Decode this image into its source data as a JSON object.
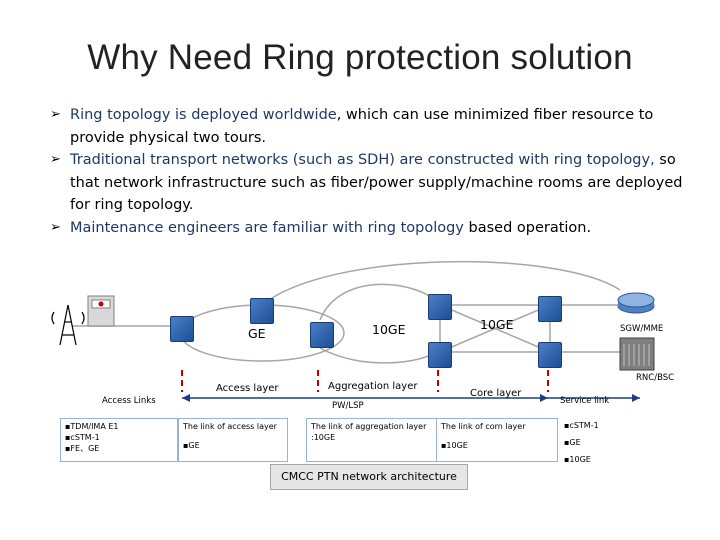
{
  "title": "Why Need Ring  protection solution",
  "bullets": [
    {
      "hl": "Ring topology is deployed worldwide",
      "rest": ", which can use minimized fiber resource to provide physical two tours."
    },
    {
      "hl": "Traditional transport networks (such as SDH) are constructed with ring topology,",
      "rest": " so that network infrastructure such as fiber/power supply/machine rooms are deployed for ring topology."
    },
    {
      "hl": "Maintenance engineers are familiar with ring topology",
      "rest": " based operation."
    }
  ],
  "diagram": {
    "ring_ge": "GE",
    "ring_10ge_left": "10GE",
    "ring_10ge_right": "10GE",
    "sgw_mme": "SGW/MME",
    "rnc_bsc": "RNC/BSC",
    "layers": {
      "access_links": "Access Links",
      "access_layer": "Access layer",
      "aggregation_layer": "Aggregation layer",
      "pw_lsp": "PW/LSP",
      "core_layer": "Core layer",
      "service_link": "Service link"
    },
    "boxes": {
      "access_links": [
        "▪TDM/IMA E1",
        "▪cSTM-1",
        "▪FE、GE"
      ],
      "access_layer": [
        "The link of access layer",
        "▪GE"
      ],
      "aggregation": [
        "The link of aggregation layer :10GE"
      ],
      "core": [
        "The link of corn layer",
        "▪10GE"
      ],
      "service": [
        "▪cSTM-1",
        "▪GE",
        "▪10GE"
      ]
    },
    "caption": "CMCC PTN network architecture"
  }
}
